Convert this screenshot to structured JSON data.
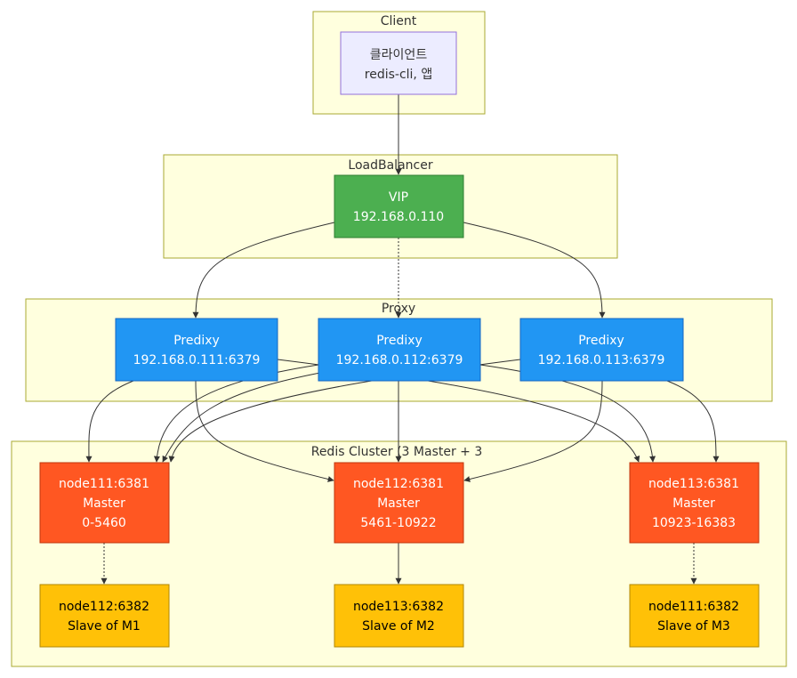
{
  "clusters": {
    "client": "Client",
    "loadbalancer": "LoadBalancer",
    "proxy": "Proxy",
    "redis": "Redis Cluster (3 Master + 3"
  },
  "nodes": {
    "client": {
      "line1": "클라이언트",
      "line2": "redis-cli, 앱"
    },
    "vip": {
      "line1": "VIP",
      "line2": "192.168.0.110"
    },
    "p1": {
      "line1": "Predixy",
      "line2": "192.168.0.111:6379"
    },
    "p2": {
      "line1": "Predixy",
      "line2": "192.168.0.112:6379"
    },
    "p3": {
      "line1": "Predixy",
      "line2": "192.168.0.113:6379"
    },
    "m1": {
      "line1": "node111:6381",
      "line2": "Master",
      "line3": "0-5460"
    },
    "m2": {
      "line1": "node112:6381",
      "line2": "Master",
      "line3": "5461-10922"
    },
    "m3": {
      "line1": "node113:6381",
      "line2": "Master",
      "line3": "10923-16383"
    },
    "s1": {
      "line1": "node112:6382",
      "line2": "Slave of M1"
    },
    "s2": {
      "line1": "node113:6382",
      "line2": "Slave of M2"
    },
    "s3": {
      "line1": "node111:6382",
      "line2": "Slave of M3"
    }
  },
  "colors": {
    "client_fill": "#ececff",
    "client_stroke": "#9370db",
    "vip_fill": "#4caf50",
    "proxy_fill": "#2196f3",
    "master_fill": "#ff5722",
    "slave_fill": "#ffc107",
    "edge": "#333333",
    "cluster_fill": "#ffffde",
    "cluster_stroke": "#aaaa33"
  }
}
